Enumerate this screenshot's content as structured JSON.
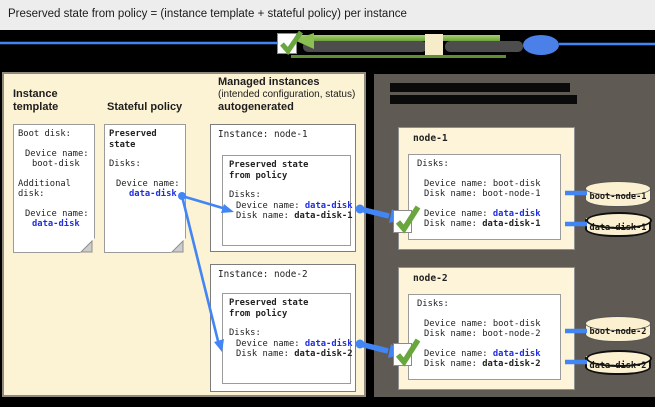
{
  "title": "Preserved state from policy = (instance template + stateful policy) per instance",
  "colors": {
    "accent_blue": "#4285f4",
    "value_blue": "#1f2ee0",
    "check_green": "#6aa53c",
    "panel_beige": "#fcf2d4",
    "panel_gray": "#5f5b54",
    "band_black": "#000000"
  },
  "left_panel": {
    "instance_template": {
      "heading": "Instance template",
      "boot_disk_label": "Boot disk:",
      "device_name_label_1": "Device name:",
      "boot_disk_value": "boot-disk",
      "additional_disk_label": "Additional disk:",
      "device_name_label_2": "Device name:",
      "data_disk_value": "data-disk"
    },
    "stateful_policy": {
      "heading": "Stateful policy",
      "card_title": "Preserved state",
      "disks_label": "Disks:",
      "device_name_label": "Device name:",
      "data_disk_value": "data-disk"
    },
    "managed": {
      "heading_line1": "Managed instances",
      "heading_line2": "(intended configuration, status)",
      "heading_line3": "autogenerated",
      "instances": [
        {
          "title": "Instance: node-1",
          "inner_title": "Preserved state from policy",
          "disks_label": "Disks:",
          "device_label": "Device name: ",
          "device_value": "data-disk",
          "disk_label": "Disk name: ",
          "disk_value": "data-disk-1"
        },
        {
          "title": "Instance: node-2",
          "inner_title": "Preserved state from policy",
          "disks_label": "Disks:",
          "device_label": "Device name: ",
          "device_value": "data-disk",
          "disk_label": "Disk name: ",
          "disk_value": "data-disk-2"
        }
      ]
    }
  },
  "right_panel": {
    "nodes": [
      {
        "title": "node-1",
        "disks_label": "Disks:",
        "boot_device_label": "Device name: ",
        "boot_device_value": "boot-disk",
        "boot_disk_label": "Disk name: ",
        "boot_disk_value": "boot-node-1",
        "data_device_label": "Device name: ",
        "data_device_value": "data-disk",
        "data_disk_label": "Disk name: ",
        "data_disk_value": "data-disk-1"
      },
      {
        "title": "node-2",
        "disks_label": "Disks:",
        "boot_device_label": "Device name: ",
        "boot_device_value": "boot-disk",
        "boot_disk_label": "Disk name: ",
        "boot_disk_value": "boot-node-2",
        "data_device_label": "Device name: ",
        "data_device_value": "data-disk",
        "data_disk_label": "Disk name: ",
        "data_disk_value": "data-disk-2"
      }
    ],
    "disks": [
      {
        "label": "boot-node-1"
      },
      {
        "label": "data-disk-1"
      },
      {
        "label": "boot-node-2"
      },
      {
        "label": "data-disk-2"
      }
    ]
  }
}
